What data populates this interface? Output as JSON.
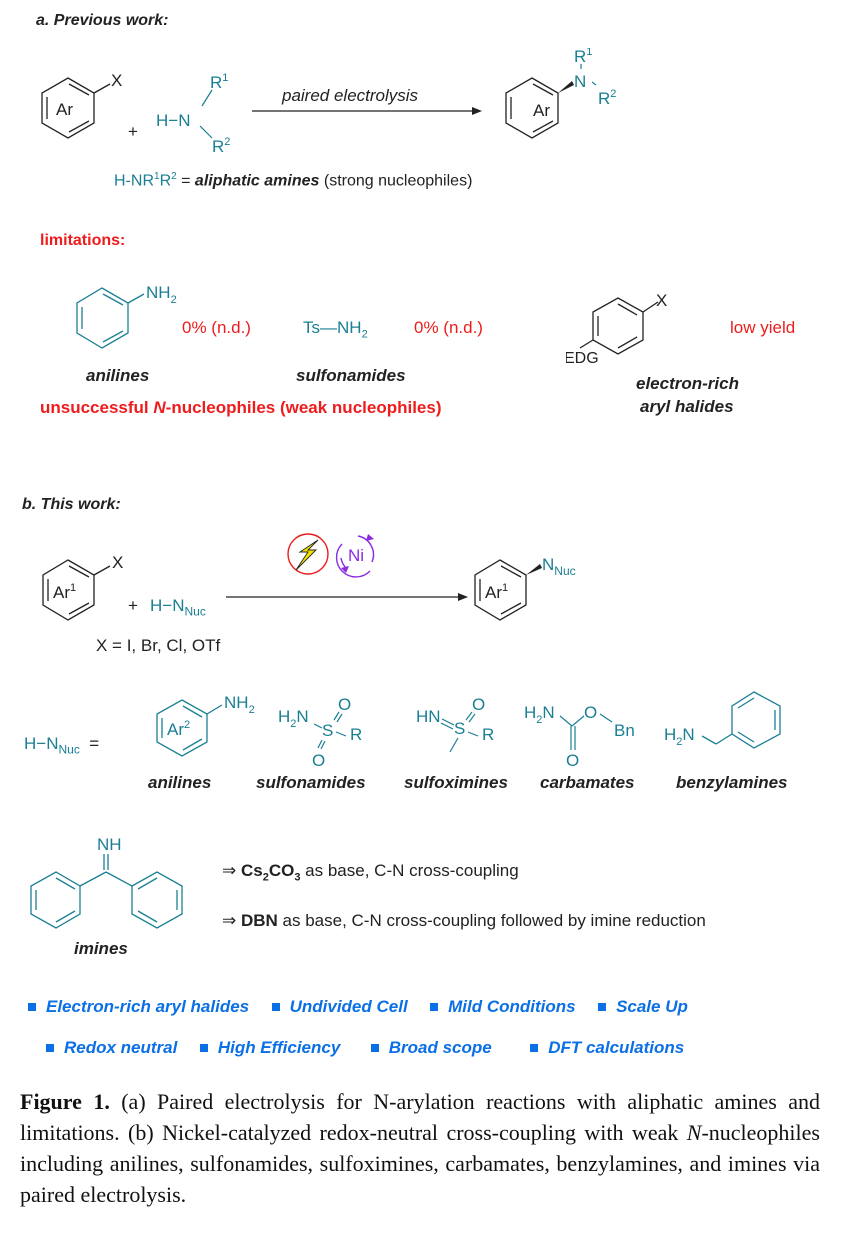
{
  "colors": {
    "teal": "#1a7f93",
    "red": "#ee1c1c",
    "blue": "#0b6fe6",
    "purple": "#8a2be2",
    "yellow": "#f5e400",
    "text": "#222222"
  },
  "section_a": {
    "title": "a. Previous work:",
    "aryl_label": "Ar",
    "leaving_group": "X",
    "plus": "+",
    "amine": {
      "h": "H−N",
      "r1": "R",
      "r1_sup": "1",
      "r2": "R",
      "r2_sup": "2"
    },
    "arrow_label": "paired electrolysis",
    "product": {
      "aryl_label": "Ar",
      "n": "N",
      "r1": "R",
      "r1_sup": "1",
      "r2": "R",
      "r2_sup": "2"
    },
    "definition": {
      "prefix": "H-NR",
      "sup1": "1",
      "mid": "R",
      "sup2": "2",
      "eq": " = ",
      "bold": "aliphatic amines",
      "suffix": " (strong nucleophiles)"
    },
    "limitations_title": "limitations:",
    "limitations": [
      {
        "structure": "aniline",
        "group": "NH",
        "group_sub": "2",
        "yield": "0% (n.d.)",
        "label": "anilines"
      },
      {
        "structure": "Ts-NH2",
        "ts": "Ts",
        "group": "NH",
        "group_sub": "2",
        "yield": "0% (n.d.)",
        "label": "sulfonamides"
      },
      {
        "structure": "EDG-aryl-X",
        "edg": "EDG",
        "x": "X",
        "yield": "low yield",
        "label_line1": "electron-rich",
        "label_line2": "aryl halides"
      }
    ],
    "unsuccessful": {
      "pre": "unsuccessful ",
      "italic": "N",
      "post": "-nucleophiles (weak nucleophiles)"
    }
  },
  "section_b": {
    "title": "b. This work:",
    "aryl_label": "Ar",
    "aryl_sup": "1",
    "leaving_group": "X",
    "plus": "+",
    "nucleophile": {
      "main": "H−N",
      "sub": "Nuc"
    },
    "catalysts": [
      {
        "icon": "lightning-bolt-icon"
      },
      {
        "icon": "nickel-cycle-icon",
        "label": "Ni"
      }
    ],
    "product": {
      "aryl_label": "Ar",
      "aryl_sup": "1",
      "n": "N",
      "n_sub": "Nuc"
    },
    "x_scope": "X = I, Br, Cl, OTf",
    "nuc_eq": {
      "main": "H−N",
      "sub": "Nuc",
      "eq": "="
    },
    "nucleophiles": [
      {
        "label": "anilines",
        "ar": "Ar",
        "ar_sup": "2",
        "nh": "NH",
        "nh_sub": "2"
      },
      {
        "label": "sulfonamides"
      },
      {
        "label": "sulfoximines"
      },
      {
        "label": "carbamates",
        "bn": "Bn"
      },
      {
        "label": "benzylamines"
      }
    ],
    "imines": {
      "label": "imines",
      "nh": "NH",
      "notes": [
        {
          "arrow": "⇒ ",
          "bold": "Cs",
          "bold_sub1": "2",
          "bold_mid": "CO",
          "bold_sub2": "3",
          "rest": " as base, C-N cross-coupling"
        },
        {
          "arrow": "⇒ ",
          "bold": "DBN",
          "rest": " as base, C-N cross-coupling followed by imine reduction"
        }
      ]
    },
    "features_row1": [
      "Electron-rich aryl halides",
      "Undivided Cell",
      "Mild Conditions",
      "Scale Up"
    ],
    "features_row2": [
      "Redox neutral",
      "High Efficiency",
      "Broad scope",
      "DFT calculations"
    ]
  },
  "caption": {
    "label": "Figure 1.",
    "text_a": " (a) Paired electrolysis for N-arylation reactions with aliphatic amines and limitations. (b) Nickel-catalyzed redox-neutral cross-coupling with weak ",
    "italic": "N",
    "text_b": "-nucleophiles including anilines, sulfonamides, sulfoximines, carbamates, benzylamines, and imines via paired electrolysis."
  }
}
